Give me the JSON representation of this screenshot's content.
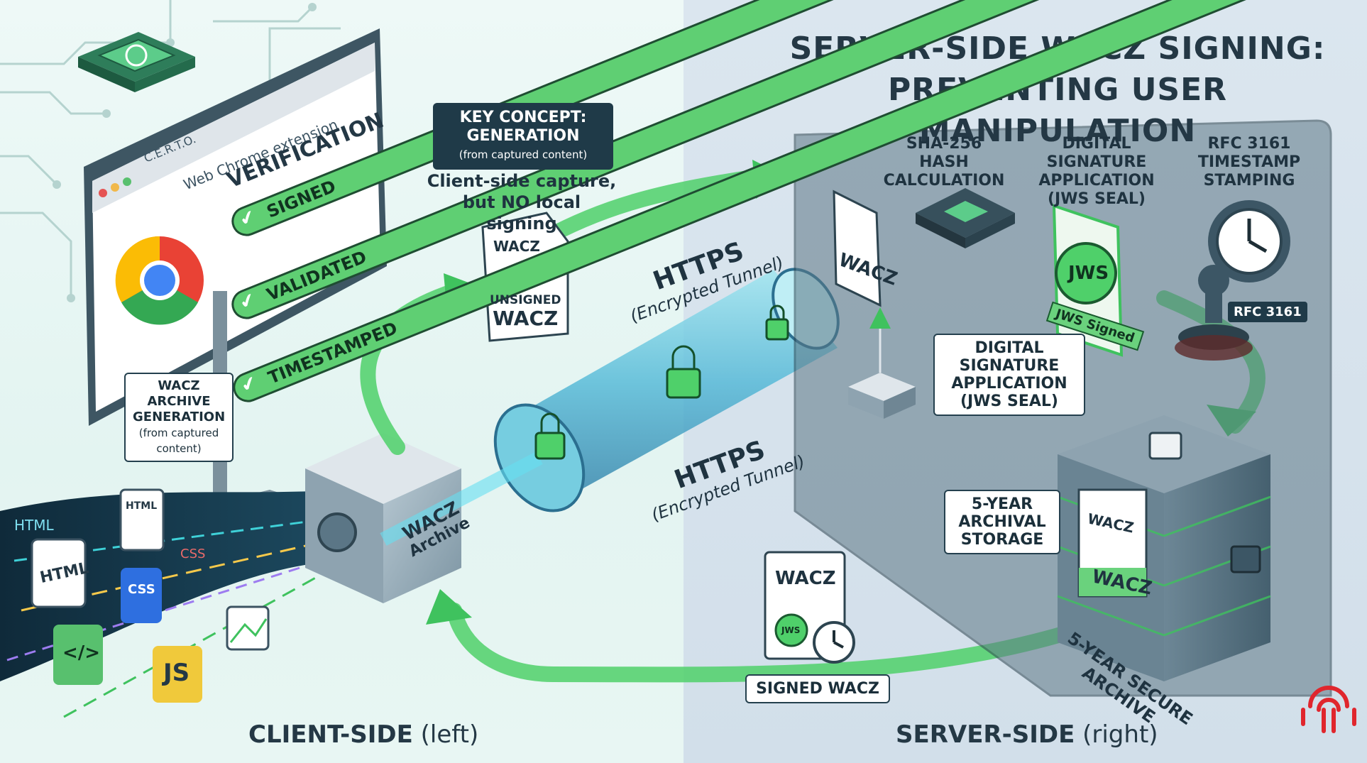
{
  "title": {
    "line1": "Server-Side WACZ Signing:",
    "line2": "Preventing User Manipulation"
  },
  "browser": {
    "tab_title": "C.E.R.T.O.",
    "address": "Web Chrome extension",
    "verification_heading": "VERIFICATION",
    "checks": [
      "SIGNED",
      "VALIDATED",
      "TIMESTAMPED"
    ]
  },
  "client": {
    "generation_label": {
      "line1": "WACZ",
      "line2": "ARCHIVE",
      "line3": "GENERATION",
      "line4": "(from captured",
      "line5": "content)"
    },
    "file_types": [
      "HTML",
      "HTML",
      "HTML",
      "CSS",
      "CSS",
      "JS",
      "</>"
    ],
    "archive_label": {
      "line1": "WACZ",
      "line2": "Archive"
    }
  },
  "key_concept": {
    "line1": "KEY CONCEPT:",
    "line2": "GENERATION",
    "line3": "(from captured content)",
    "caption_line1": "Client-side capture,",
    "caption_line2": "but NO local signing"
  },
  "unsigned_file": {
    "top": "WACZ",
    "line1": "UNSIGNED",
    "line2": "WACZ"
  },
  "https_top": {
    "line1": "HTTPS",
    "line2": "(Encrypted Tunnel)"
  },
  "https_bottom": {
    "line1": "HTTPS",
    "line2": "(Encrypted Tunnel)"
  },
  "server": {
    "step_hash": {
      "line1": "SHA-256 HASH",
      "line2": "CALCULATION"
    },
    "step_signature": {
      "line1": "DIGITAL SIGNATURE",
      "line2": "APPLICATION",
      "line3": "(JWS SEAL)"
    },
    "step_timestamp": {
      "line1": "RFC 3161",
      "line2": "TIMESTAMP",
      "line3": "STAMPING"
    },
    "wacz_file": "WACZ",
    "jws_seal": "JWS",
    "jws_signed": "JWS Signed",
    "rfc_badge": "RFC 3161",
    "signature_box": {
      "line1": "DIGITAL",
      "line2": "SIGNATURE",
      "line3": "APPLICATION",
      "line4": "(JWS SEAL)"
    },
    "storage_box": {
      "line1": "5-YEAR",
      "line2": "ARCHIVAL",
      "line3": "STORAGE"
    },
    "server_wacz_top": "WACZ",
    "server_wacz_bottom": "WACZ",
    "secure_archive": {
      "line1": "5-YEAR SECURE",
      "line2": "ARCHIVE"
    }
  },
  "signed_file": {
    "top": "WACZ",
    "seal": "JWS",
    "label": "SIGNED WACZ"
  },
  "bottom": {
    "left_bold": "CLIENT-SIDE",
    "left_normal": " (left)",
    "right_bold": "SERVER-SIDE",
    "right_normal": " (right)"
  },
  "colors": {
    "accent_green": "#4fd06a",
    "dark_navy": "#1f3a48",
    "logo_red": "#e0262d"
  }
}
